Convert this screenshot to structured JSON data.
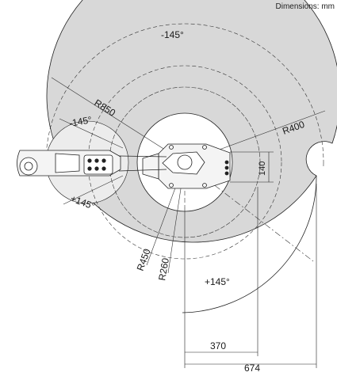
{
  "header": {
    "units_note": "Dimensions: mm"
  },
  "labels": {
    "r850": "R850",
    "r400": "R400",
    "r450": "R450",
    "r260": "R260",
    "j1_neg": "-145°",
    "j1_pos": "+145°",
    "j2_neg": "-145°",
    "j2_pos": "+145°",
    "dim_140": "140",
    "dim_370": "370",
    "dim_674": "674"
  },
  "colors": {
    "work_area": "#d8d8d8",
    "inner_disc": "#ececec",
    "line": "#222222",
    "robot_body": "#f4f4f4"
  }
}
